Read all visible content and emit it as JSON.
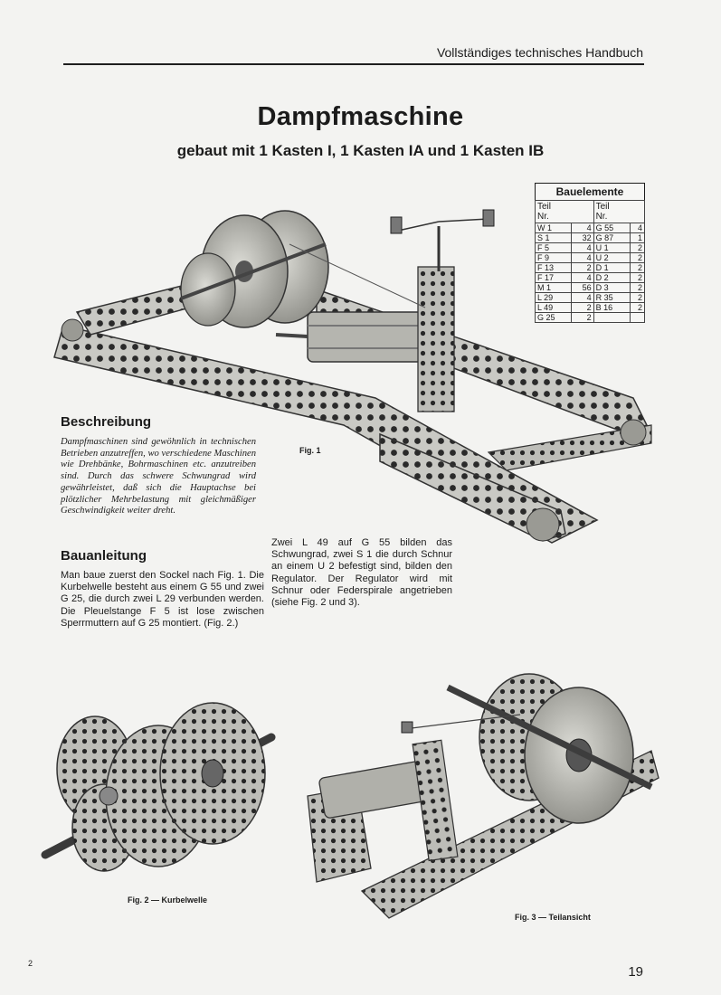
{
  "header": {
    "running_title": "Vollständiges technisches Handbuch"
  },
  "title": "Dampfmaschine",
  "subtitle": "gebaut mit 1 Kasten I, 1 Kasten IA und 1 Kasten IB",
  "parts_table": {
    "caption": "Bauelemente",
    "col_part": "Teil",
    "col_no": "Nr.",
    "rows": [
      [
        [
          "W 1",
          "4"
        ],
        [
          "G 55",
          "4"
        ]
      ],
      [
        [
          "S 1",
          "32"
        ],
        [
          "G 87",
          "1"
        ]
      ],
      [
        [
          "F 5",
          "4"
        ],
        [
          "U 1",
          "2"
        ]
      ],
      [
        [
          "F 9",
          "4"
        ],
        [
          "U 2",
          "2"
        ]
      ],
      [
        [
          "F 13",
          "2"
        ],
        [
          "D 1",
          "2"
        ]
      ],
      [
        [
          "F 17",
          "4"
        ],
        [
          "D 2",
          "2"
        ]
      ],
      [
        [
          "M 1",
          "56"
        ],
        [
          "D 3",
          "2"
        ]
      ],
      [
        [
          "L 29",
          "4"
        ],
        [
          "R 35",
          "2"
        ]
      ],
      [
        [
          "L 49",
          "2"
        ],
        [
          "B 16",
          "2"
        ]
      ],
      [
        [
          "G 25",
          "2"
        ],
        [
          "",
          ""
        ]
      ]
    ]
  },
  "description": {
    "heading": "Beschreibung",
    "text": "Dampfmaschinen sind gewöhnlich in technischen Betrieben anzutreffen, wo verschiedene Maschinen wie Drehbänke, Bohrmaschinen etc. anzutreiben sind. Durch das schwere Schwungrad wird gewährleistet, daß sich die Hauptachse bei plötzlicher Mehrbelastung mit gleichmäßiger Geschwindigkeit weiter dreht."
  },
  "instructions": {
    "heading": "Bauanleitung",
    "text_1": "Man baue zuerst den Sockel nach Fig. 1. Die Kurbelwelle besteht aus einem G 55 und zwei G 25, die durch zwei L 29 verbunden werden. Die Pleuelstange F 5 ist lose zwischen Sperrmuttern auf G 25 montiert. (Fig. 2.)",
    "text_2": "Zwei L 49 auf G 55 bilden das Schwungrad, zwei S 1 die durch Schnur an einem U 2 befestigt sind, bilden den Regulator. Der Regulator wird mit Schnur oder Federspirale angetrieben (siehe Fig. 2 und 3)."
  },
  "figures": {
    "fig1_caption": "Fig. 1",
    "fig2_caption": "Fig. 2 — Kurbelwelle",
    "fig3_caption": "Fig. 3 — Teilansicht"
  },
  "footer": {
    "signature": "2",
    "page_number": "19"
  }
}
